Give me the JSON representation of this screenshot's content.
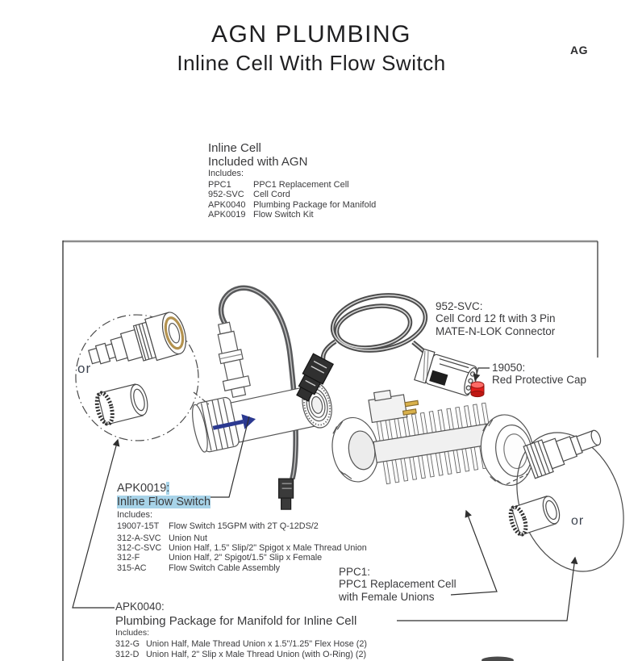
{
  "header": {
    "title": "AGN PLUMBING",
    "subtitle": "Inline Cell With Flow Switch",
    "page_code": "AG"
  },
  "included_block": {
    "line1": "Inline Cell",
    "line2": "Included with AGN",
    "includes_label": "Includes:",
    "rows": [
      {
        "code": "PPC1",
        "desc": "PPC1 Replacement Cell"
      },
      {
        "code": "952-SVC",
        "desc": "Cell Cord"
      },
      {
        "code": "APK0040",
        "desc": "Plumbing Package for Manifold"
      },
      {
        "code": "APK0019",
        "desc": "Flow Switch Kit"
      }
    ]
  },
  "labels": {
    "cell_cord": {
      "code": "952-SVC:",
      "line2": "Cell Cord 12 ft with 3 Pin",
      "line3": "MATE-N-LOK Connector"
    },
    "red_cap": {
      "code": "19050:",
      "desc": "Red Protective Cap"
    },
    "flow_switch_kit": {
      "code": "APK0019",
      "code_suffix": ":",
      "name": "Inline Flow Switch",
      "includes_label": "Includes:",
      "rows": [
        {
          "code": "19007-15T",
          "desc": "Flow Switch 15GPM with 2T Q-12DS/2"
        },
        {
          "code": "312-A-SVC",
          "desc": "Union Nut"
        },
        {
          "code": "312-C-SVC",
          "desc": "Union Half, 1.5\" Slip/2\" Spigot x Male Thread Union"
        },
        {
          "code": "312-F",
          "desc": "Union Half, 2\" Spigot/1.5\" Slip x Female"
        },
        {
          "code": "315-AC",
          "desc": "Flow Switch Cable Assembly"
        }
      ]
    },
    "replacement_cell": {
      "code": "PPC1:",
      "line2": "PPC1 Replacement Cell",
      "line3": "with Female Unions"
    },
    "plumbing_package": {
      "code": "APK0040:",
      "name": "Plumbing Package for Manifold for Inline Cell",
      "includes_label": "Includes:",
      "rows": [
        {
          "code": "312-G",
          "desc": "Union Half, Male Thread Union x 1.5\"/1.25\" Flex Hose (2)"
        },
        {
          "code": "312-D",
          "desc": "Union Half, 2\" Slip x Male Thread Union (with O-Ring) (2)"
        }
      ]
    },
    "or_left": "or",
    "or_right": "or"
  },
  "colors": {
    "highlight": "#a7d3e8",
    "flow_arrow": "#2b3990",
    "red_cap": "#e31e1a",
    "gold_ring": "#b3924f",
    "line": "#4a4a4a"
  }
}
